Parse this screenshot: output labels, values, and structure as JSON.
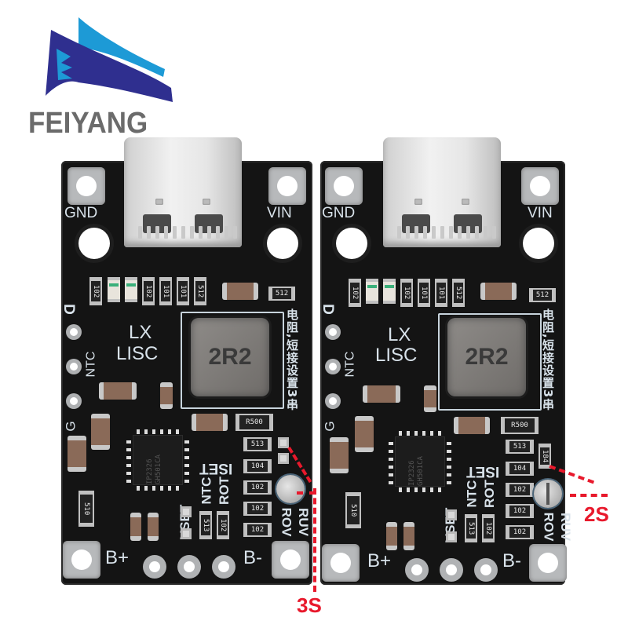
{
  "brand": {
    "name": "FEIYANG",
    "colors": {
      "dark_blue": "#2f2f8f",
      "light_blue": "#1d9ad6",
      "text_gray": "#6b6b6b"
    }
  },
  "annotations": {
    "left_label": "3S",
    "right_label": "2S",
    "color": "#e8192c"
  },
  "boards": [
    {
      "id": "left",
      "top_labels": {
        "gnd": "GND",
        "vin": "VIN"
      },
      "side_labels": {
        "d": "D",
        "ntc": "NTC",
        "g": "G"
      },
      "center_labels": {
        "lx": "LX",
        "lisc": "LISC"
      },
      "inductor": "2R2",
      "ic": {
        "line1": "IP2326",
        "line2": "GH501CA"
      },
      "top_resistors": [
        "102",
        "102",
        "101",
        "101",
        "512",
        "512"
      ],
      "resistors_right": [
        "R500",
        "513",
        "104",
        "102",
        "102",
        "102"
      ],
      "resistors_bottom": [
        "513",
        "102"
      ],
      "resistor_left": "510",
      "pin_labels": {
        "iset": "ISET",
        "ntc": "NTC",
        "rot": "ROT",
        "vset": "VSET",
        "rov": "ROV",
        "ruv": "RUV"
      },
      "bottom_labels": {
        "bplus": "B+",
        "bminus": "B-"
      },
      "chinese_note": "电阻,短接设置3串"
    },
    {
      "id": "right",
      "top_labels": {
        "gnd": "GND",
        "vin": "VIN"
      },
      "side_labels": {
        "d": "D",
        "ntc": "NTC",
        "g": "G"
      },
      "center_labels": {
        "lx": "LX",
        "lisc": "LISC"
      },
      "inductor": "2R2",
      "ic": {
        "line1": "IP2326",
        "line2": "GH501CA"
      },
      "top_resistors": [
        "102",
        "102",
        "101",
        "101",
        "512",
        "512"
      ],
      "resistors_right": [
        "R500",
        "513",
        "104",
        "102",
        "102",
        "102"
      ],
      "resistors_bottom": [
        "513",
        "102"
      ],
      "resistor_left": "510",
      "extra_resistor": "184",
      "pin_labels": {
        "iset": "ISET",
        "ntc": "NTC",
        "rot": "ROT",
        "vset": "VSET",
        "rov": "ROV",
        "ruv": "RUV"
      },
      "bottom_labels": {
        "bplus": "B+",
        "bminus": "B-"
      },
      "chinese_note": "电阻,短接设置3串"
    }
  ]
}
